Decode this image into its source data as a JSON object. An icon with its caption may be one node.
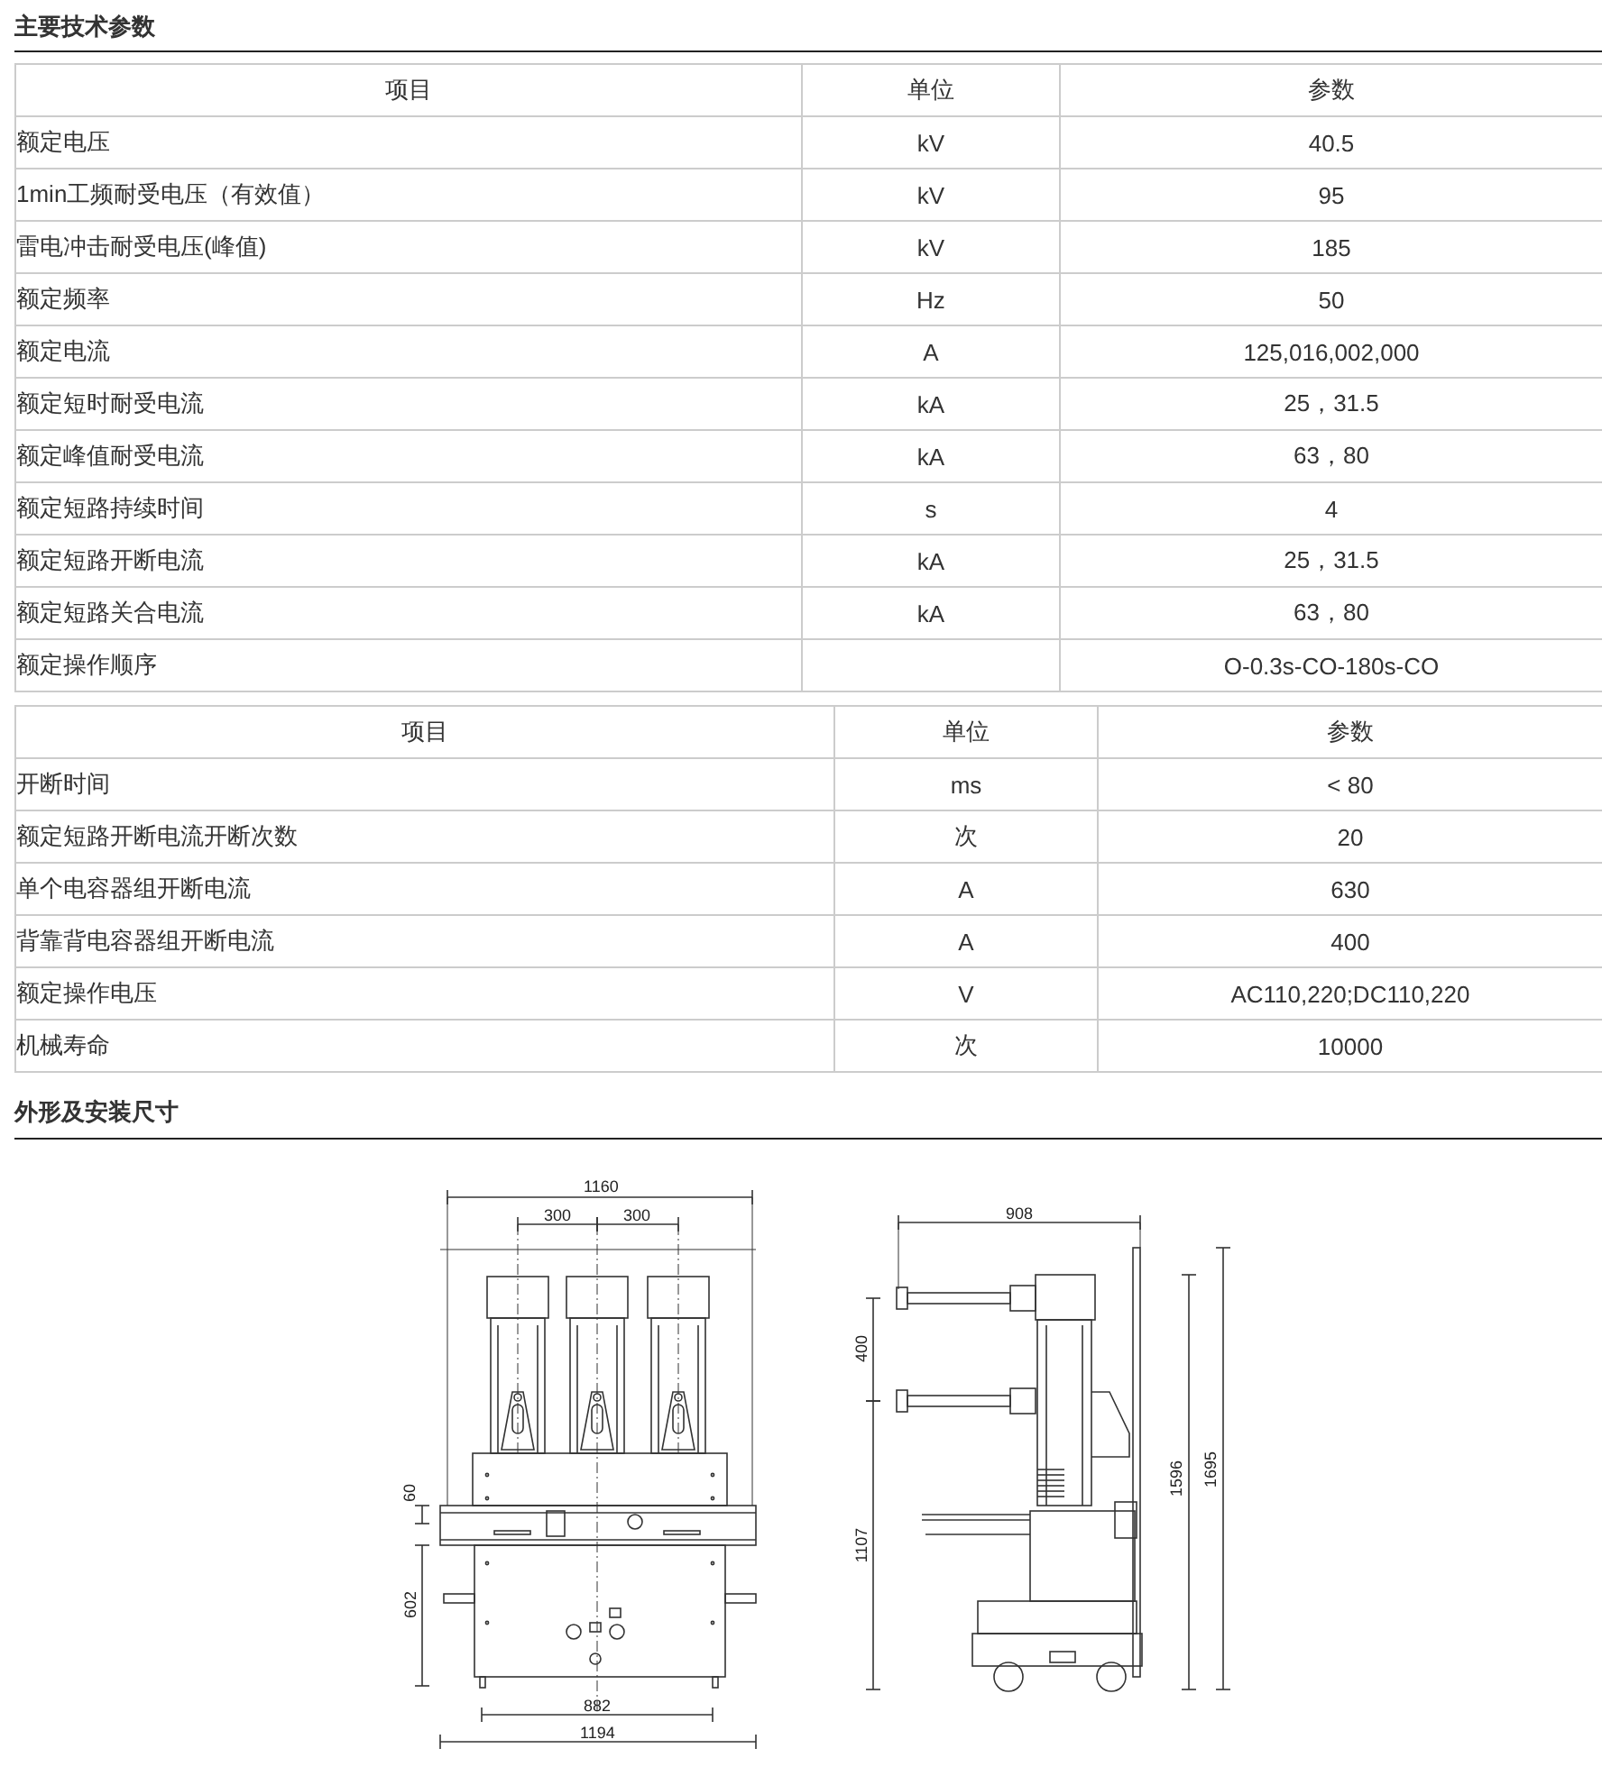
{
  "diagram": {
    "labels": [
      "主要技术参数",
      "项目",
      "单位",
      "参数",
      "额定电压",
      "kV",
      "40.5",
      "1min工频耐受电压（有效值）",
      "kV",
      "95",
      "雷电冲击耐受电压(峰值)",
      "kV",
      "185",
      "额定频率",
      "Hz",
      "50",
      "额定电流",
      "A",
      "125,016,002,000",
      "额定短时耐受电流",
      "kA",
      "25，31.5",
      "额定峰值耐受电流",
      "kA",
      "63，80",
      "额定短路持续时间",
      "s",
      "4",
      "额定短路开断电流",
      "kA",
      "25，31.5",
      "额定短路关合电流",
      "kA",
      "63，80",
      "额定操作顺序",
      "O-0.3s-CO-180s-CO",
      "项目",
      "单位",
      "参数",
      "开断时间",
      "ms",
      "< 80",
      "额定短路开断电流开断次数",
      "次",
      "20",
      "单个电容器组开断电流",
      "A",
      "630",
      "背靠背电容器组开断电流",
      "A",
      "400",
      "额定操作电压",
      "V",
      "AC110,220;DC110,220",
      "机械寿命",
      "次",
      "10000",
      "外形及安装尺寸",
      "1160",
      "300",
      "300",
      "60",
      "602",
      "882",
      "1194",
      "908",
      "400",
      "1107",
      "1596",
      "1695"
    ]
  }
}
